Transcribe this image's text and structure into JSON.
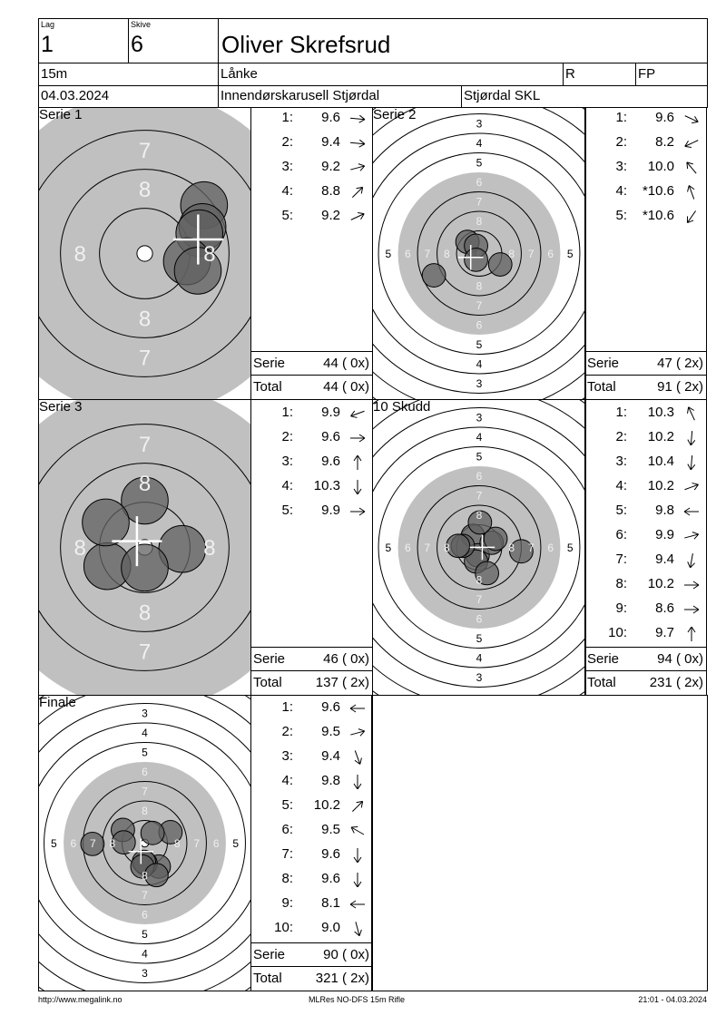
{
  "header": {
    "lag_label": "Lag",
    "lag": "1",
    "skive_label": "Skive",
    "skive": "6",
    "name": "Oliver Skrefsrud",
    "distance": "15m",
    "club": "Lånke",
    "class": "R",
    "category": "FP",
    "date": "04.03.2024",
    "competition": "Innendørskarusell Stjørdal",
    "organizer": "Stjørdal SKL"
  },
  "labels": {
    "serie": "Serie",
    "total": "Total"
  },
  "panels": [
    {
      "title": "Serie 1",
      "serie": "44 ( 0x)",
      "total": "44 ( 0x)",
      "shots": [
        {
          "n": "1:",
          "score": "9.6",
          "dir": 5,
          "x": 3.8,
          "y": -3.1
        },
        {
          "n": "2:",
          "score": "9.4",
          "dir": 5,
          "x": 3.7,
          "y": -1.7
        },
        {
          "n": "3:",
          "score": "9.2",
          "dir": -15,
          "x": 3.5,
          "y": -1.3
        },
        {
          "n": "4:",
          "score": "8.8",
          "dir": -45,
          "x": 2.7,
          "y": 0.5
        },
        {
          "n": "5:",
          "score": "9.2",
          "dir": -25,
          "x": 3.4,
          "y": 1.1
        }
      ]
    },
    {
      "title": "Serie 2",
      "serie": "47 ( 2x)",
      "total": "91 ( 2x)",
      "shots": [
        {
          "n": "1:",
          "score": "9.6",
          "dir": 25,
          "x": -1.5,
          "y": -1.5
        },
        {
          "n": "2:",
          "score": "8.2",
          "dir": 155,
          "x": -5.8,
          "y": 2.8
        },
        {
          "n": "3:",
          "score": "10.0",
          "dir": -130,
          "x": -0.4,
          "y": -1.0
        },
        {
          "n": "4:",
          "score": "*10.6",
          "dir": -110,
          "x": -0.4,
          "y": 0.8
        },
        {
          "n": "5:",
          "score": "*10.6",
          "dir": 125,
          "x": 2.7,
          "y": 1.4
        }
      ]
    },
    {
      "title": "Serie 3",
      "serie": "46 ( 0x)",
      "total": "137 ( 2x)",
      "shots": [
        {
          "n": "1:",
          "score": "9.9",
          "dir": 160,
          "x": -2.4,
          "y": 1.2
        },
        {
          "n": "2:",
          "score": "9.6",
          "dir": 0,
          "x": 2.4,
          "y": 0.1
        },
        {
          "n": "3:",
          "score": "9.6",
          "dir": -90,
          "x": 0.0,
          "y": -3.0
        },
        {
          "n": "4:",
          "score": "10.3",
          "dir": 90,
          "x": 0.0,
          "y": 1.3
        },
        {
          "n": "5:",
          "score": "9.9",
          "dir": 0,
          "x": -2.5,
          "y": -1.6
        }
      ]
    },
    {
      "title": "10 Skudd",
      "serie": "94 ( 0x)",
      "total": "231 ( 2x)",
      "shots": [
        {
          "n": "1:",
          "score": "10.3",
          "dir": -115,
          "x": -0.8,
          "y": -1.5
        },
        {
          "n": "2:",
          "score": "10.2",
          "dir": 95,
          "x": -0.2,
          "y": 1.0
        },
        {
          "n": "3:",
          "score": "10.4",
          "dir": 95,
          "x": -0.4,
          "y": 1.8
        },
        {
          "n": "4:",
          "score": "10.2",
          "dir": -20,
          "x": 1.6,
          "y": -0.6
        },
        {
          "n": "5:",
          "score": "9.8",
          "dir": 180,
          "x": -2.1,
          "y": -0.2
        },
        {
          "n": "6:",
          "score": "9.9",
          "dir": -15,
          "x": 2.1,
          "y": -1.1
        },
        {
          "n": "7:",
          "score": "9.4",
          "dir": 100,
          "x": 1.0,
          "y": 3.3
        },
        {
          "n": "8:",
          "score": "10.2",
          "dir": 0,
          "x": 0.1,
          "y": -3.2
        },
        {
          "n": "9:",
          "score": "8.6",
          "dir": 0,
          "x": 5.4,
          "y": 0.5
        },
        {
          "n": "10:",
          "score": "9.7",
          "dir": -90,
          "x": -2.7,
          "y": -0.2
        }
      ]
    },
    {
      "title": "Finale",
      "serie": "90 ( 0x)",
      "total": "321 ( 2x)",
      "shots": [
        {
          "n": "1:",
          "score": "9.6",
          "dir": 180,
          "x": -2.8,
          "y": -1.7
        },
        {
          "n": "2:",
          "score": "9.5",
          "dir": -15,
          "x": 3.3,
          "y": -1.4
        },
        {
          "n": "3:",
          "score": "9.4",
          "dir": 70,
          "x": 1.8,
          "y": 3.0
        },
        {
          "n": "4:",
          "score": "9.8",
          "dir": 90,
          "x": 0.1,
          "y": 2.6
        },
        {
          "n": "5:",
          "score": "10.2",
          "dir": -45,
          "x": 1.0,
          "y": -1.3
        },
        {
          "n": "6:",
          "score": "9.5",
          "dir": -150,
          "x": -2.7,
          "y": -0.1
        },
        {
          "n": "7:",
          "score": "9.6",
          "dir": 90,
          "x": -0.1,
          "y": 2.4
        },
        {
          "n": "8:",
          "score": "9.6",
          "dir": 90,
          "x": -0.3,
          "y": 3.0
        },
        {
          "n": "9:",
          "score": "8.1",
          "dir": 180,
          "x": -6.7,
          "y": 0.1
        },
        {
          "n": "10:",
          "score": "9.0",
          "dir": 75,
          "x": 1.5,
          "y": 4.1
        }
      ]
    }
  ],
  "footer": {
    "url": "http://www.megalink.no",
    "software": "MLRes NO-DFS 15m Rifle",
    "printed": "21:01 - 04.03.2024"
  },
  "colors": {
    "target_grey": "#c0c0c0",
    "shot_fill": "#606060"
  }
}
